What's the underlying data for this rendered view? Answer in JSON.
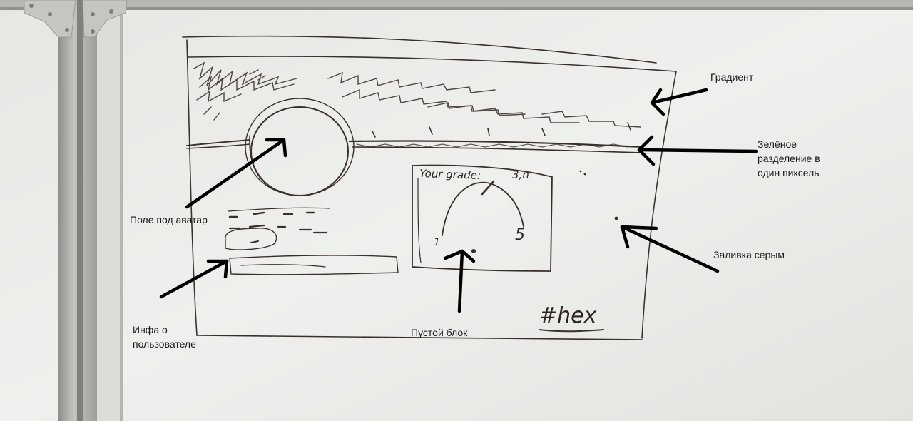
{
  "annotations": {
    "gradient": "Градиент",
    "green_divider_line1": "Зелёное",
    "green_divider_line2": "разделение в",
    "green_divider_line3": "один пиксель",
    "avatar_field": "Поле под аватар",
    "user_info_line1": "Инфа о",
    "user_info_line2": "пользователе",
    "empty_block": "Пустой блок",
    "gray_fill": "Заливка серым"
  },
  "sketch": {
    "grade_label": "Your grade:",
    "grade_value": "3,n",
    "gauge_min": "1",
    "gauge_max": "5",
    "hashtag": "#hex"
  },
  "colors": {
    "whiteboard": "#ecedea",
    "frame_metal": "#a9aba5",
    "marker_brown": "#3a302a",
    "arrow_black": "#000000"
  }
}
